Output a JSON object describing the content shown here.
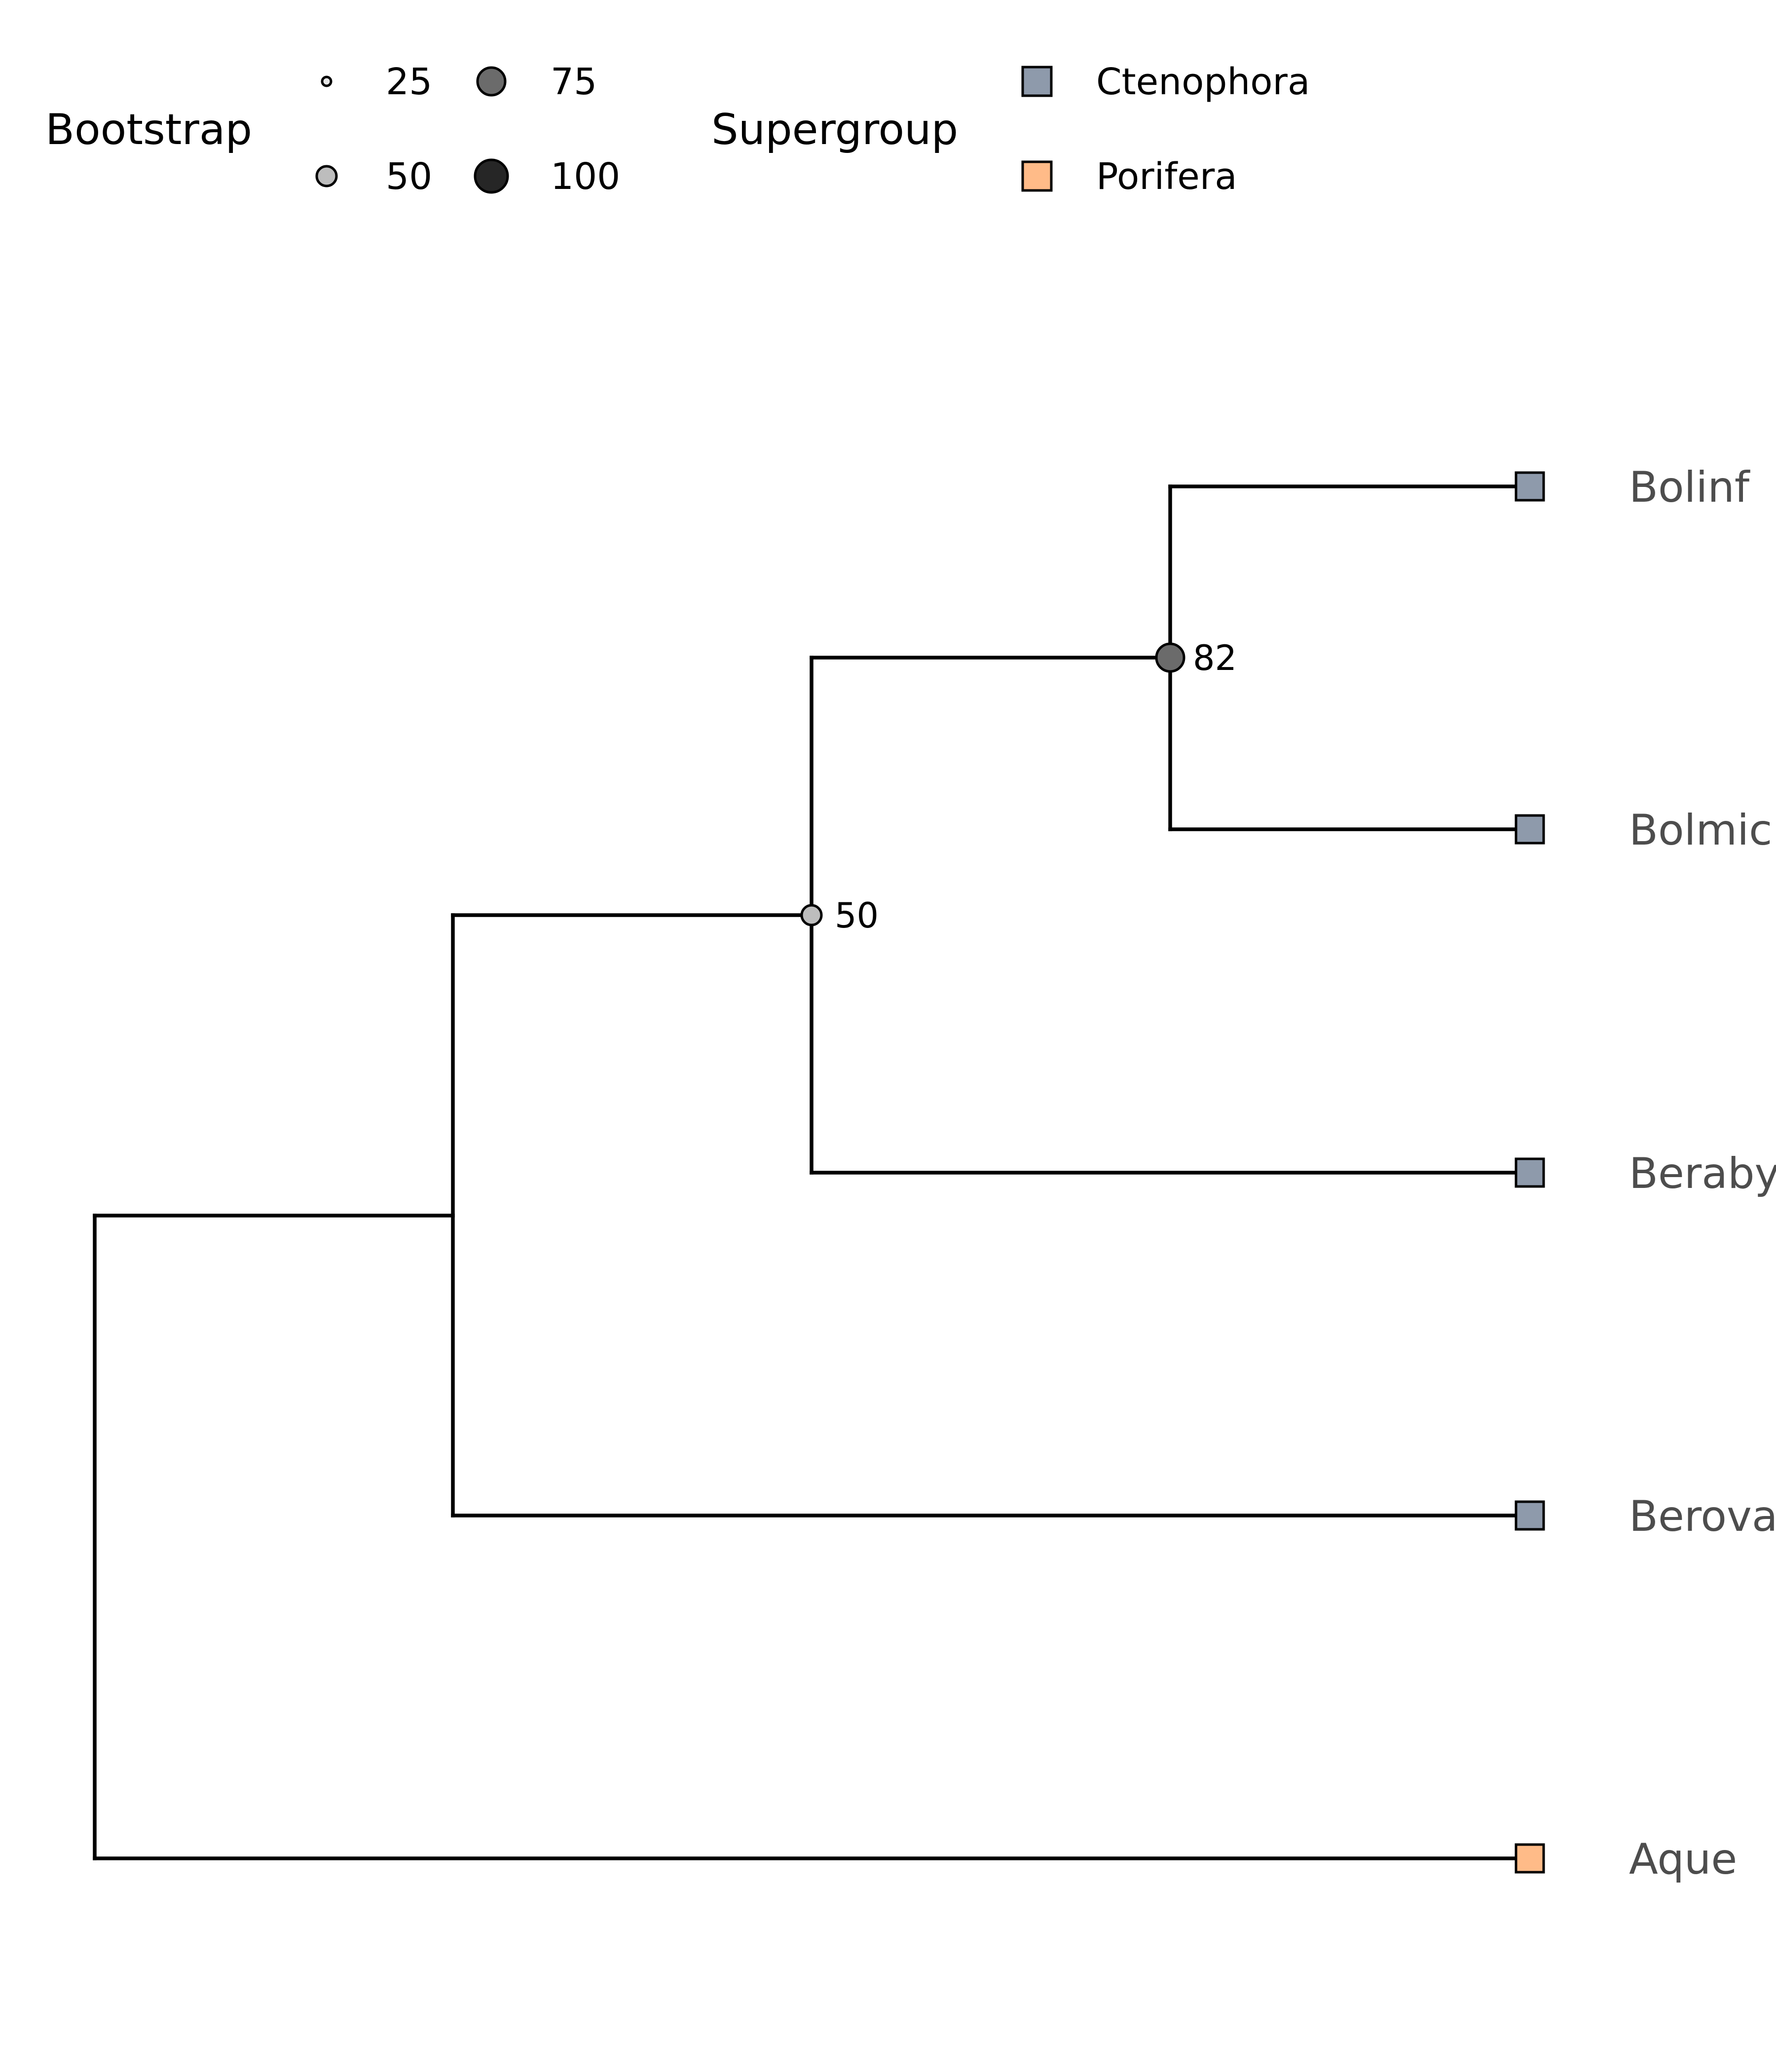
{
  "legend": {
    "bootstrap": {
      "title": "Bootstrap",
      "items": [
        {
          "label": "25",
          "value": 25,
          "fill": "#e6e6e6"
        },
        {
          "label": "50",
          "value": 50,
          "fill": "#bdbdbd"
        },
        {
          "label": "75",
          "value": 75,
          "fill": "#6b6b6b"
        },
        {
          "label": "100",
          "value": 100,
          "fill": "#262626"
        }
      ]
    },
    "supergroup": {
      "title": "Supergroup",
      "items": [
        {
          "label": "Ctenophora",
          "fill": "#8e9aab"
        },
        {
          "label": "Porifera",
          "fill": "#ffbb88"
        }
      ]
    }
  },
  "tree": {
    "tips": [
      {
        "label": "Bolinf",
        "group": "Ctenophora"
      },
      {
        "label": "Bolmic",
        "group": "Ctenophora"
      },
      {
        "label": "Beraby",
        "group": "Ctenophora"
      },
      {
        "label": "Berova",
        "group": "Ctenophora"
      },
      {
        "label": "Aque",
        "group": "Porifera"
      }
    ],
    "support_labels": [
      {
        "label": "82",
        "value": 82,
        "fill": "#6b6b6b"
      },
      {
        "label": "50",
        "value": 50,
        "fill": "#bdbdbd"
      }
    ]
  }
}
